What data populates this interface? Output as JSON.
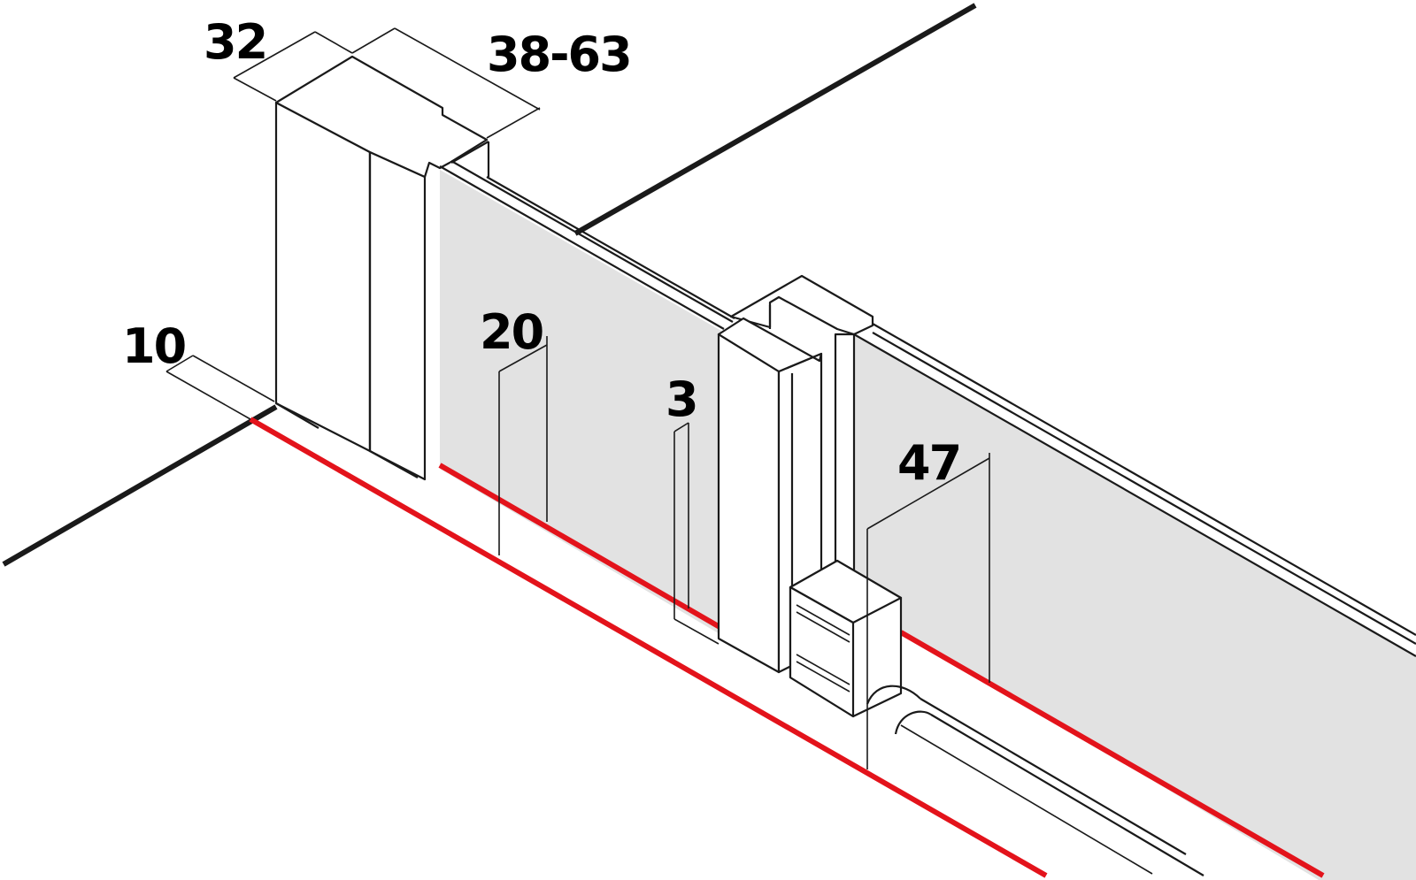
{
  "dimensions": {
    "d32": "32",
    "d38_63": "38-63",
    "d10": "10",
    "d20": "20",
    "d3": "3",
    "d47": "47"
  },
  "colors": {
    "wall_line": "#1a1a1a",
    "floor_line": "#e3131b",
    "glass_fill": "#e2e2e2"
  }
}
